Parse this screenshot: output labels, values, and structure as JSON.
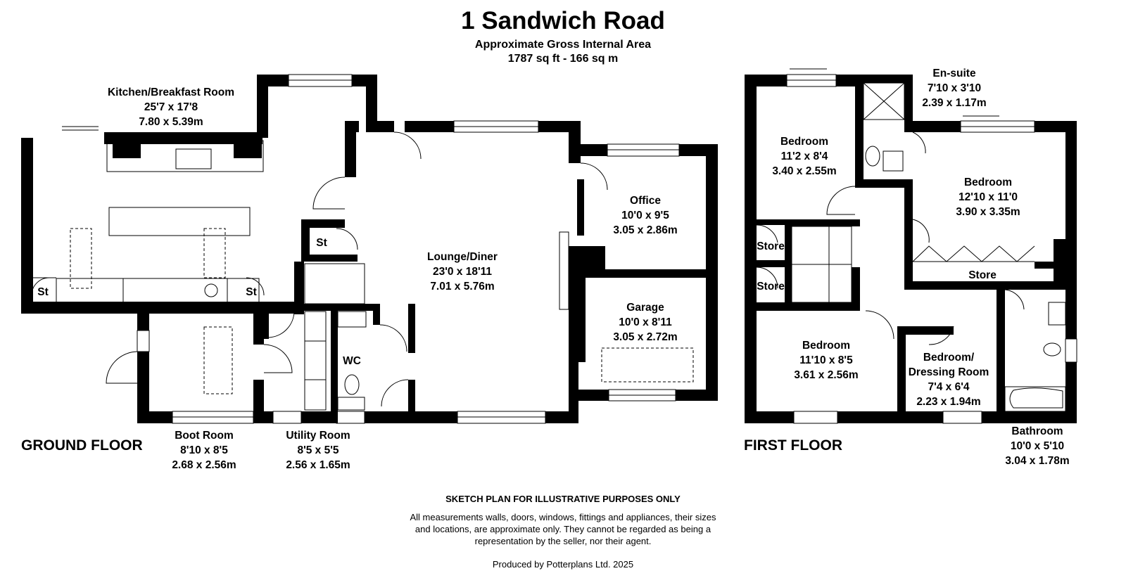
{
  "header": {
    "title": "1 Sandwich Road",
    "area_label": "Approximate Gross Internal Area",
    "area_value": "1787 sq ft - 166 sq m"
  },
  "floors": {
    "ground": "GROUND FLOOR",
    "first": "FIRST FLOOR"
  },
  "rooms": {
    "kitchen": [
      "Kitchen/Breakfast Room",
      "25'7 x 17'8",
      "7.80 x 5.39m"
    ],
    "lounge": [
      "Lounge/Diner",
      "23'0 x 18'11",
      "7.01 x 5.76m"
    ],
    "office": [
      "Office",
      "10'0 x 9'5",
      "3.05 x 2.86m"
    ],
    "garage": [
      "Garage",
      "10'0 x 8'11",
      "3.05 x 2.72m"
    ],
    "boot": [
      "Boot Room",
      "8'10 x 8'5",
      "2.68 x 2.56m"
    ],
    "utility": [
      "Utility Room",
      "8'5 x 5'5",
      "2.56 x 1.65m"
    ],
    "wc": "WC",
    "st": "St",
    "store": "Store",
    "ensuite": [
      "En-suite",
      "7'10 x 3'10",
      "2.39 x 1.17m"
    ],
    "bed1": [
      "Bedroom",
      "11'2 x 8'4",
      "3.40 x 2.55m"
    ],
    "bed2": [
      "Bedroom",
      "12'10 x 11'0",
      "3.90 x 3.35m"
    ],
    "bed3": [
      "Bedroom",
      "11'10 x 8'5",
      "3.61 x 2.56m"
    ],
    "bed4": [
      "Bedroom/",
      "Dressing Room",
      "7'4 x 6'4",
      "2.23 x 1.94m"
    ],
    "bathroom": [
      "Bathroom",
      "10'0 x 5'10",
      "3.04 x 1.78m"
    ]
  },
  "footer": {
    "disclaimer": "SKETCH PLAN FOR ILLUSTRATIVE PURPOSES ONLY",
    "note": "All measurements walls, doors, windows, fittings and appliances, their sizes and locations, are approximate only. They cannot be regarded as being a representation by the seller, nor their agent.",
    "produced": "Produced by Potterplans Ltd. 2025"
  }
}
